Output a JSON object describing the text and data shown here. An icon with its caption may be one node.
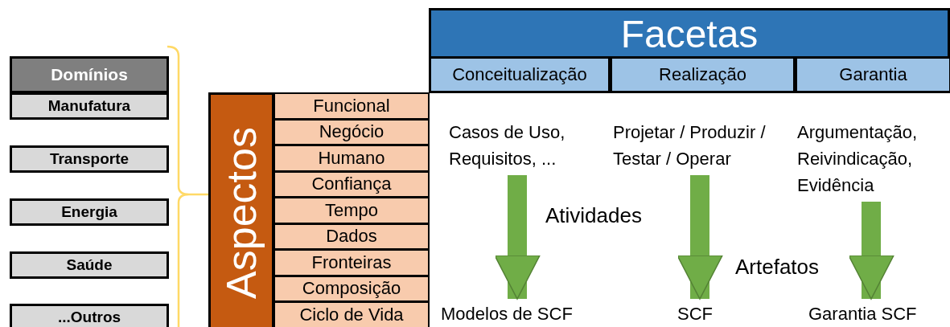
{
  "diagram": {
    "nodes": [
      {
        "text": [
          "Domínios"
        ]
      },
      {
        "text": [
          "Manufatura"
        ]
      },
      {
        "text": [
          "Transporte"
        ]
      },
      {
        "text": [
          "Energia"
        ]
      },
      {
        "text": [
          "Saúde"
        ]
      },
      {
        "text": [
          "...Outros"
        ]
      },
      {
        "text": [
          "Facetas"
        ]
      },
      {
        "text": [
          "Conceitualização"
        ]
      },
      {
        "text": [
          "Realização"
        ]
      },
      {
        "text": [
          "Garantia"
        ]
      },
      {
        "text": [
          "Aspectos"
        ]
      },
      {
        "text": [
          "Funcional"
        ]
      },
      {
        "text": [
          "Negócio"
        ]
      },
      {
        "text": [
          "Humano"
        ]
      },
      {
        "text": [
          "Confiança"
        ]
      },
      {
        "text": [
          "Tempo"
        ]
      },
      {
        "text": [
          "Dados"
        ]
      },
      {
        "text": [
          "Fronteiras"
        ]
      },
      {
        "text": [
          "Composição"
        ]
      },
      {
        "text": [
          "Ciclo de Vida"
        ]
      },
      {
        "text": [
          "Casos de Uso, Requisitos, ..."
        ]
      },
      {
        "text": [
          "Projetar / Produzir / Testar / Operar"
        ]
      },
      {
        "text": [
          "Argumentação, Reivindicação, Evidência"
        ]
      },
      {
        "text": [
          "Modelos de SCF"
        ]
      },
      {
        "text": [
          "SCF"
        ]
      },
      {
        "text": [
          "Garantia SCF"
        ]
      }
    ],
    "edges": [
      {
        "from": 20,
        "to": 23,
        "arrow": "to"
      },
      {
        "from": 21,
        "to": 24,
        "arrow": "to"
      },
      {
        "from": 22,
        "to": 25,
        "arrow": "to"
      }
    ],
    "labels": [
      "Atividades",
      "Artefatos"
    ]
  }
}
